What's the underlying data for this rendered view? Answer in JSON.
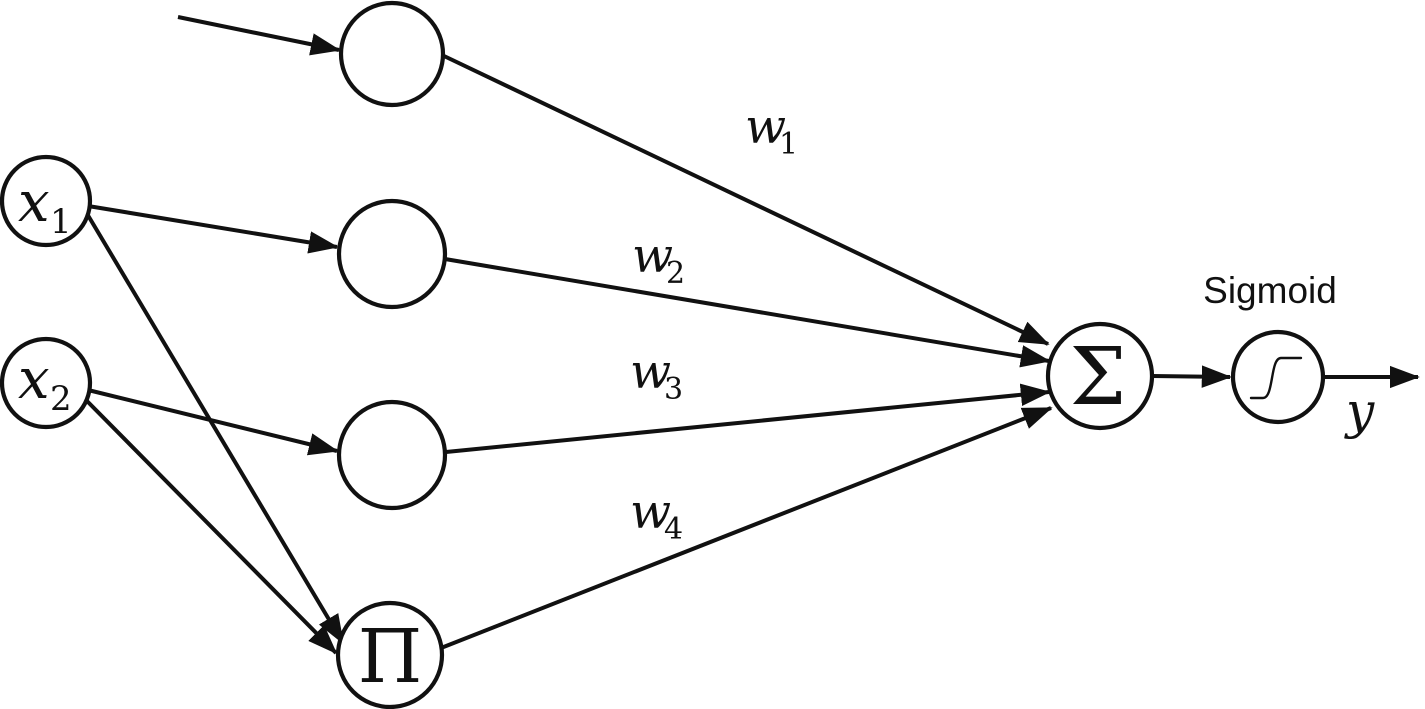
{
  "diagram": {
    "inputs": [
      {
        "base": "x",
        "sub": "1"
      },
      {
        "base": "x",
        "sub": "2"
      }
    ],
    "weights": [
      {
        "base": "w",
        "sub": "1"
      },
      {
        "base": "w",
        "sub": "2"
      },
      {
        "base": "w",
        "sub": "3"
      },
      {
        "base": "w",
        "sub": "4"
      }
    ],
    "product_node_symbol": "Π",
    "sum_node_symbol": "Σ",
    "activation_label": "Sigmoid",
    "output_label": "y",
    "colors": {
      "ink": "#111111",
      "background": "#ffffff"
    }
  }
}
